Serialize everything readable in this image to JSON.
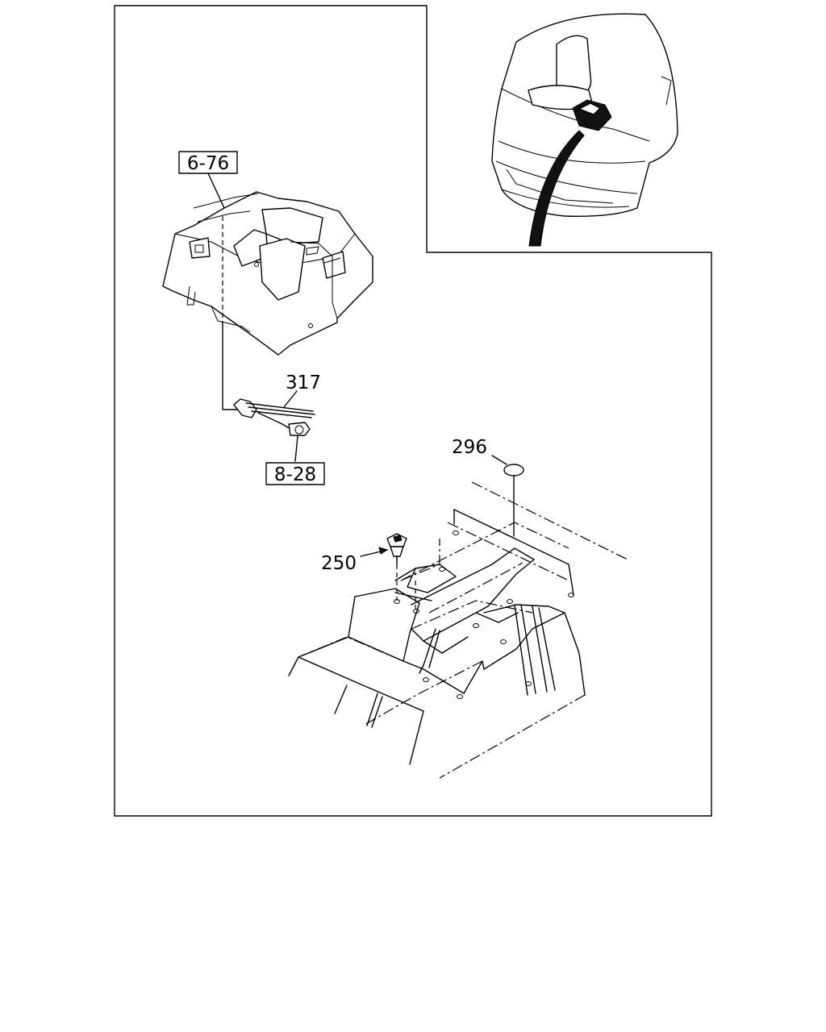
{
  "callouts": {
    "ref_6_76": "6-76",
    "part_317": "317",
    "ref_8_28": "8-28",
    "part_296": "296",
    "part_250": "250"
  }
}
